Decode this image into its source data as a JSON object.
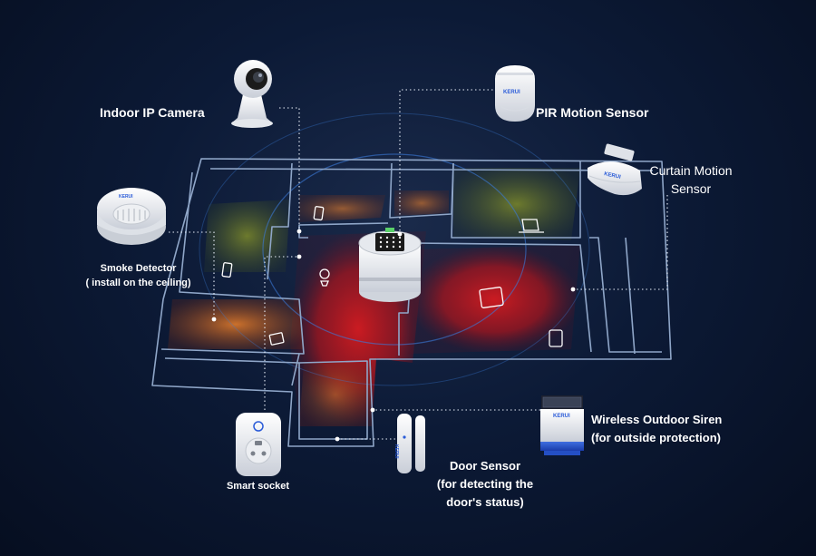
{
  "labels": {
    "indoor_ip_camera": "Indoor IP Camera",
    "pir_motion_sensor": "PIR Motion Sensor",
    "curtain_motion_sensor_line1": "Curtain Motion",
    "curtain_motion_sensor_line2": "Sensor",
    "smoke_detector_line1": "Smoke Detector",
    "smoke_detector_line2": "( install on the ceiling)",
    "wireless_outdoor_siren_line1": "Wireless Outdoor Siren",
    "wireless_outdoor_siren_line2": "(for outside protection)",
    "door_sensor_line1": "Door Sensor",
    "door_sensor_line2": "(for detecting the",
    "door_sensor_line3": "doorʹs status)",
    "smart_socket": "Smart socket"
  },
  "brand_marks": {
    "sensor_logo": "KERUI"
  },
  "colors": {
    "background": "#0c1a36",
    "floor_line": "#8fa6c8",
    "heat_red": "#c0141c",
    "heat_orange": "#e8862a",
    "heat_green": "#4e6a2a",
    "leader_line": "#ffffff"
  },
  "icons": [
    "camera-icon",
    "pir-sensor-icon",
    "curtain-sensor-icon",
    "smoke-detector-icon",
    "outdoor-siren-icon",
    "door-sensor-icon",
    "smart-socket-icon",
    "alarm-hub-icon",
    "phone-icon",
    "tablet-icon",
    "laptop-icon",
    "router-icon"
  ]
}
